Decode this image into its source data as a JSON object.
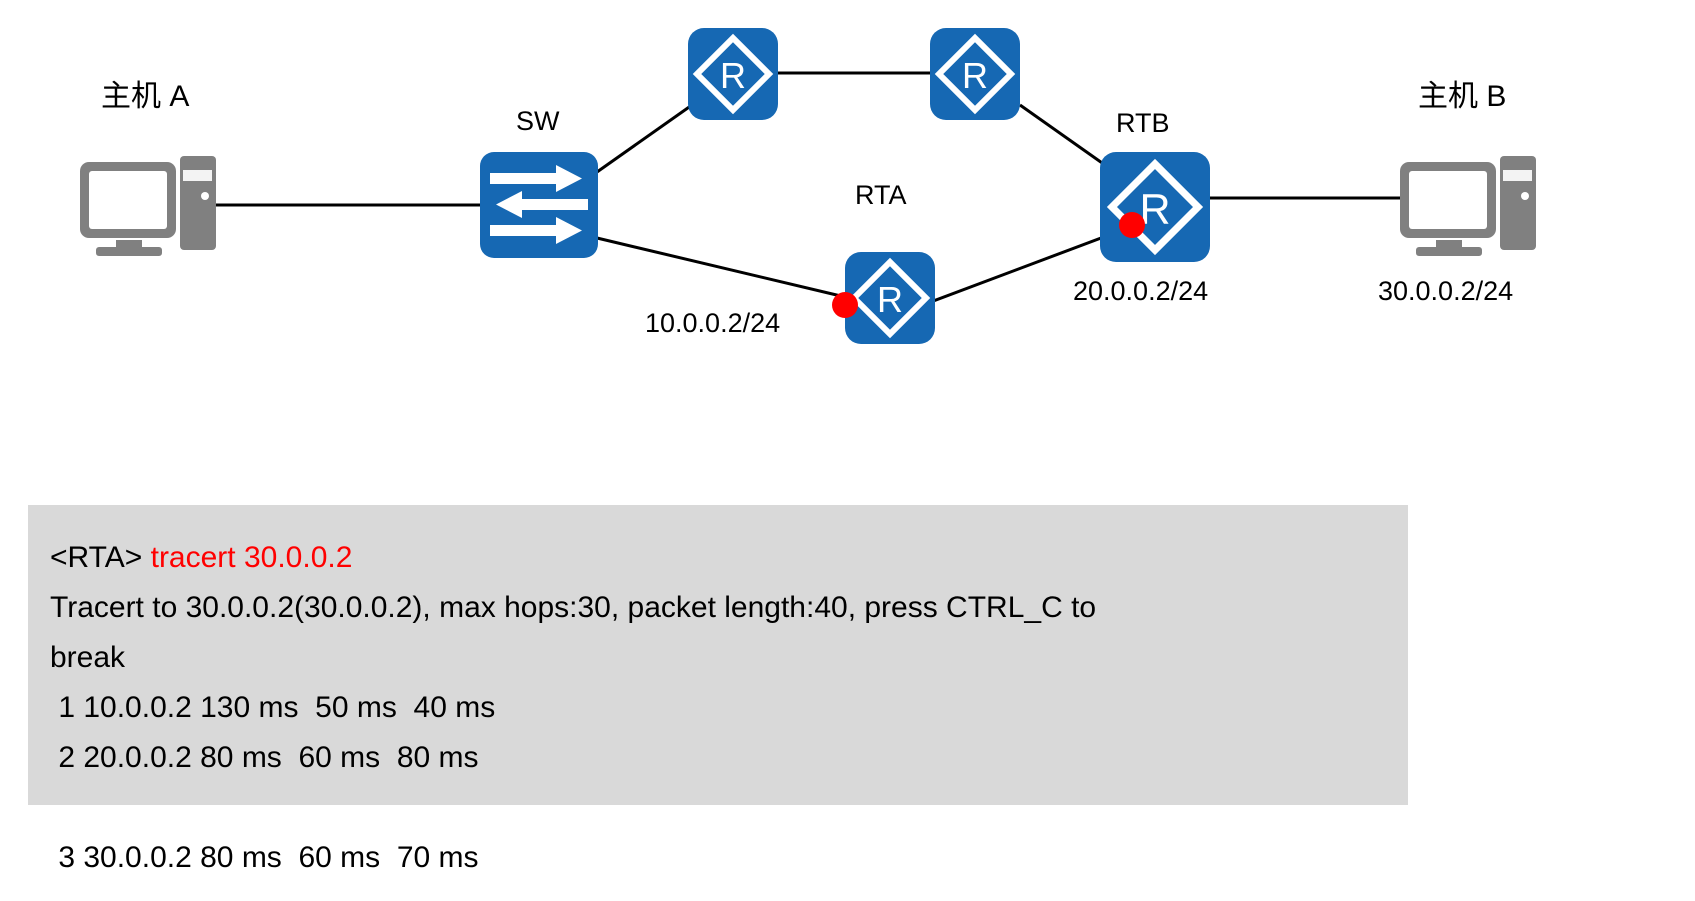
{
  "diagram": {
    "title": "tracert network topology",
    "colors": {
      "device_blue": "#1668b3",
      "host_gray": "#808080",
      "marker_red": "#ff0000",
      "link_black": "#000000",
      "console_bg": "#d9d9d9",
      "command_red": "#ff0000"
    },
    "nodes": [
      {
        "id": "hostA",
        "type": "pc",
        "label": "主机 A",
        "icon": "desktop-pc-icon"
      },
      {
        "id": "sw",
        "type": "switch",
        "label": "SW",
        "icon": "switch-icon"
      },
      {
        "id": "rtr_top_left",
        "type": "router",
        "label": "",
        "icon": "router-icon"
      },
      {
        "id": "rtr_top_right",
        "type": "router",
        "label": "",
        "icon": "router-icon"
      },
      {
        "id": "rta",
        "type": "router",
        "label": "RTA",
        "icon": "router-icon"
      },
      {
        "id": "rtb",
        "type": "router",
        "label": "RTB",
        "icon": "router-icon"
      },
      {
        "id": "hostB",
        "type": "pc",
        "label": "主机 B",
        "icon": "desktop-pc-icon"
      }
    ],
    "interface_labels": [
      {
        "id": "ip_rta",
        "text": "10.0.0.2/24",
        "attached_to": "rta"
      },
      {
        "id": "ip_rtb",
        "text": "20.0.0.2/24",
        "attached_to": "rtb"
      },
      {
        "id": "ip_hostb",
        "text": "30.0.0.2/24",
        "attached_to": "hostB"
      }
    ],
    "markers": [
      {
        "id": "marker_rta",
        "color": "#ff0000",
        "at": "rta-left-interface"
      },
      {
        "id": "marker_rtb",
        "color": "#ff0000",
        "at": "rtb-lower-left-interface"
      }
    ],
    "links": [
      {
        "from": "hostA",
        "to": "sw"
      },
      {
        "from": "sw",
        "to": "rtr_top_left"
      },
      {
        "from": "rtr_top_left",
        "to": "rtr_top_right"
      },
      {
        "from": "rtr_top_right",
        "to": "rtb"
      },
      {
        "from": "sw",
        "to": "rta"
      },
      {
        "from": "rta",
        "to": "rtb"
      },
      {
        "from": "rtb",
        "to": "hostB"
      }
    ]
  },
  "console": {
    "prompt": "<RTA> ",
    "command": "tracert 30.0.0.2",
    "lines": [
      "Tracert to 30.0.0.2(30.0.0.2), max hops:30, packet length:40, press CTRL_C to",
      "break",
      " 1 10.0.0.2 130 ms  50 ms  40 ms",
      " 2 20.0.0.2 80 ms  60 ms  80 ms",
      " 3 30.0.0.2 80 ms  60 ms  70 ms"
    ]
  },
  "trace_data": {
    "target": "30.0.0.2",
    "max_hops": 30,
    "packet_length": 40,
    "hops": [
      {
        "hop": 1,
        "address": "10.0.0.2",
        "rtt_ms": [
          130,
          50,
          40
        ]
      },
      {
        "hop": 2,
        "address": "20.0.0.2",
        "rtt_ms": [
          80,
          60,
          80
        ]
      },
      {
        "hop": 3,
        "address": "30.0.0.2",
        "rtt_ms": [
          80,
          60,
          70
        ]
      }
    ]
  }
}
